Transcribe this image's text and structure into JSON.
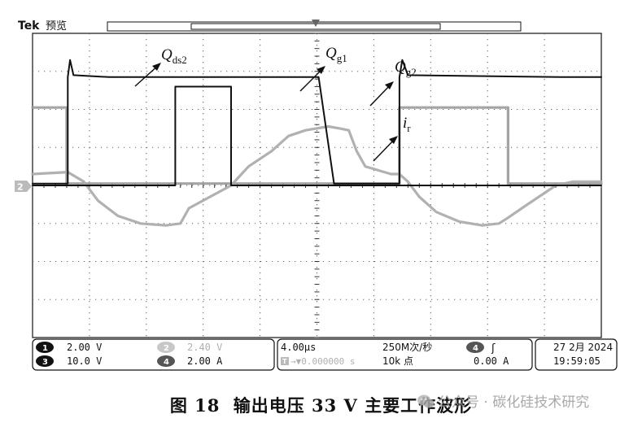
{
  "brand": "Tek",
  "mode_label": "预览",
  "channel_markers": {
    "ch2": "2"
  },
  "trace_labels": {
    "qds2": {
      "base": "Q",
      "sub": "ds2"
    },
    "qg1": {
      "base": "Q",
      "sub": "g1"
    },
    "qg2": {
      "base": "Q",
      "sub": "g2"
    },
    "ir": {
      "base": "i",
      "sub": "r"
    }
  },
  "status": {
    "ch1": {
      "num": "1",
      "scale": "2.00 V"
    },
    "ch2": {
      "num": "2",
      "scale": "2.40 V"
    },
    "ch3": {
      "num": "3",
      "scale": "10.0 V"
    },
    "ch4": {
      "num": "4",
      "scale": "2.00 A"
    },
    "timebase": "4.00μs",
    "sample_rate": "250M次/秒",
    "trigger_position": "→▼0.000000 s",
    "record_length": "10k 点",
    "trigger_source": "4",
    "trigger_slope": "ʃ",
    "trigger_level": "0.00 A",
    "date": "27 2月 2024",
    "time": "19:59:05"
  },
  "caption": {
    "figure": "图 18",
    "text": "输出电压 33 V 主要工作波形"
  },
  "watermark": "公众号 · 碳化硅技术研究",
  "chart_data": {
    "type": "line",
    "x_unit": "div",
    "xlim": [
      0,
      10
    ],
    "ylim": [
      -4,
      4
    ],
    "time_per_div": "4.00μs",
    "grid": true,
    "series": [
      {
        "name": "Qds2",
        "color": "#111111",
        "x": [
          0,
          0.62,
          0.62,
          0.66,
          0.72,
          1.35,
          3.52,
          5.03,
          5.3,
          6.45,
          6.45,
          6.5,
          6.6,
          9.3,
          10
        ],
        "y": [
          0.05,
          0.05,
          2.85,
          3.3,
          2.9,
          2.85,
          2.85,
          2.85,
          0.05,
          0.05,
          2.85,
          3.3,
          2.9,
          2.85,
          2.85
        ]
      },
      {
        "name": "Qg1",
        "color": "#111111",
        "x": [
          0,
          2.51,
          2.51,
          3.49,
          3.49,
          10
        ],
        "y": [
          0.0,
          0.0,
          2.6,
          2.6,
          0.0,
          0.0
        ]
      },
      {
        "name": "Qg2",
        "color": "#9a9a9a",
        "x": [
          0,
          0.6,
          0.6,
          6.45,
          6.45,
          8.36,
          8.36,
          10
        ],
        "y": [
          2.05,
          2.05,
          0.05,
          0.05,
          2.05,
          2.05,
          0.05,
          0.05
        ]
      },
      {
        "name": "ir",
        "color": "#a8a8a8",
        "x": [
          0,
          0.62,
          0.9,
          1.15,
          1.5,
          1.9,
          2.35,
          2.6,
          2.75,
          3.49,
          3.8,
          4.2,
          4.5,
          4.8,
          5.2,
          5.4,
          5.56,
          5.7,
          5.85,
          6.3,
          6.45,
          6.6,
          6.8,
          7.1,
          7.5,
          7.9,
          8.2,
          8.36,
          8.7,
          9.2,
          9.5,
          10
        ],
        "y": [
          0.3,
          0.35,
          0.1,
          -0.4,
          -0.8,
          -1.0,
          -1.05,
          -1.0,
          -0.6,
          0.0,
          0.5,
          0.9,
          1.3,
          1.45,
          1.55,
          1.5,
          1.45,
          0.9,
          0.5,
          0.3,
          0.3,
          0.1,
          -0.3,
          -0.7,
          -0.95,
          -1.05,
          -1.0,
          -0.85,
          -0.5,
          0.0,
          0.1,
          0.1
        ]
      }
    ]
  }
}
